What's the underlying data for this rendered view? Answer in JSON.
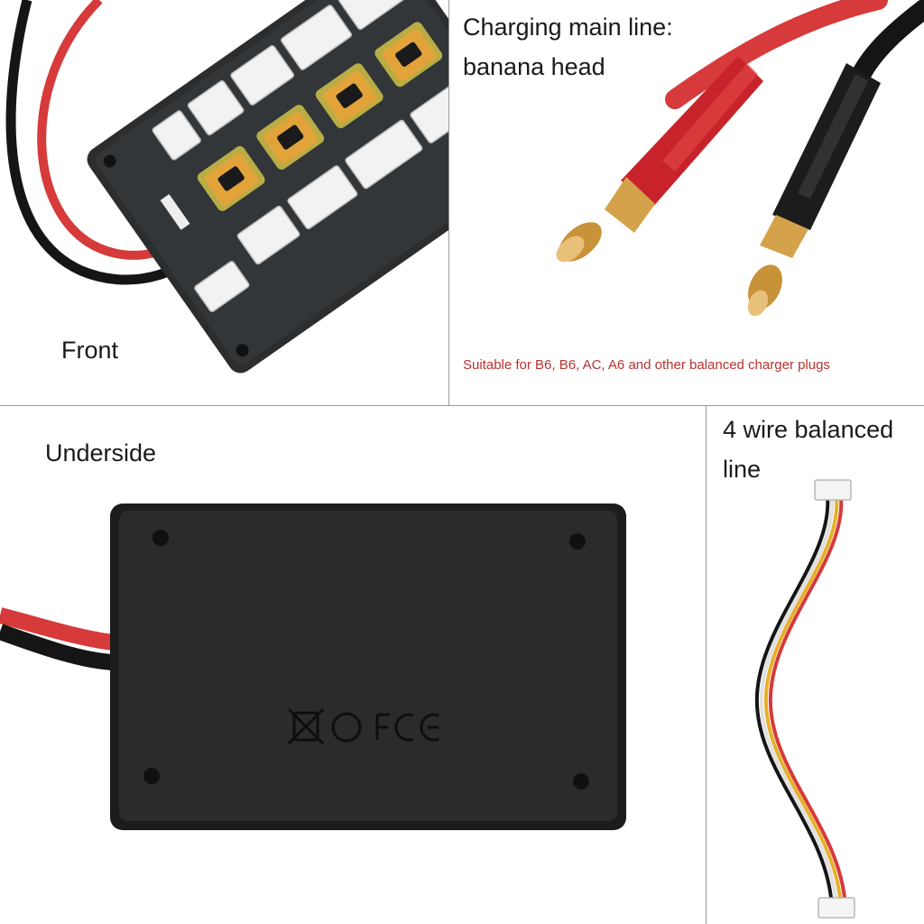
{
  "panels": {
    "front": {
      "caption": "Front"
    },
    "banana": {
      "caption_line1": "Charging main line:",
      "caption_line2": "banana head",
      "note": "Suitable for B6, B6, AC, A6 and other balanced charger plugs"
    },
    "underside": {
      "caption": "Underside"
    },
    "balance": {
      "caption_line1": "4 wire balanced",
      "caption_line2": "line"
    }
  },
  "colors": {
    "board": "#2b2d2f",
    "connector_white": "#f2f2f2",
    "xt60_yellow": "#e2a43a",
    "wire_red": "#d63a3a",
    "wire_black": "#151515",
    "banana_red": "#c8232a",
    "banana_gold": "#d4a24a",
    "note_red": "#b8322e"
  }
}
